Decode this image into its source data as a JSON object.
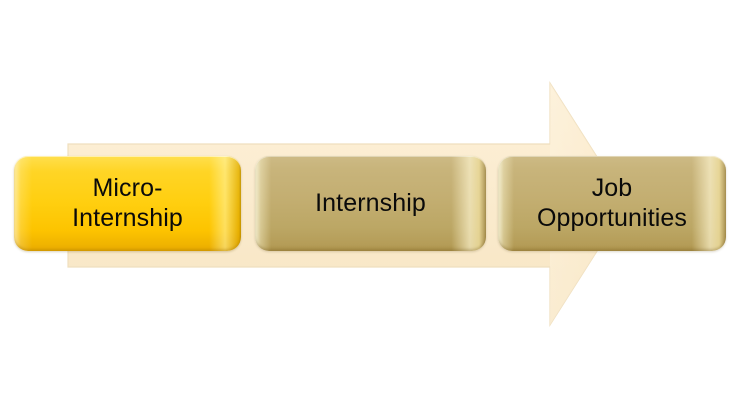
{
  "diagram": {
    "type": "process-arrow",
    "title": "",
    "background_color": "#ffffff",
    "arrow": {
      "name": "progression-arrow",
      "direction": "right",
      "fill_color": "#faeacb",
      "edge_color": "#e6d3ad"
    },
    "steps": [
      {
        "id": "micro-internship",
        "label": "Micro-\nInternship",
        "order": 1,
        "highlighted": true,
        "fill_color": "#ffd320",
        "text_color": "#0a0a0a"
      },
      {
        "id": "internship",
        "label": "Internship",
        "order": 2,
        "highlighted": false,
        "fill_color": "#c3ae71",
        "text_color": "#0a0a0a"
      },
      {
        "id": "job-opportunities",
        "label": "Job\nOpportunities",
        "order": 3,
        "highlighted": false,
        "fill_color": "#c3ae71",
        "text_color": "#0a0a0a"
      }
    ]
  }
}
